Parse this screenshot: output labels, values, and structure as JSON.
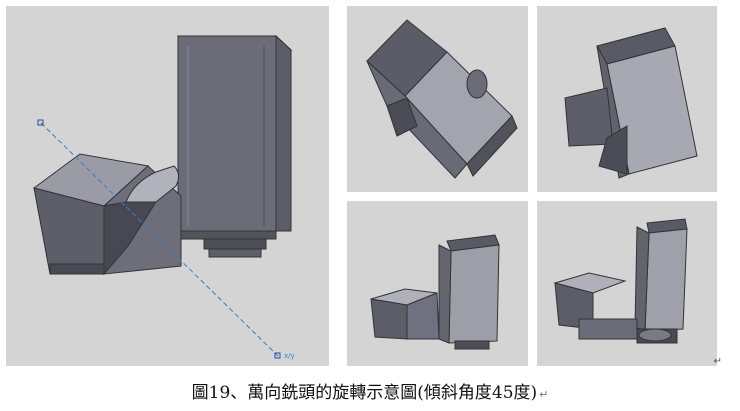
{
  "figure": {
    "panels": [
      "main-view",
      "rotation-top-left",
      "rotation-top-right",
      "rotation-bottom-left",
      "rotation-bottom-right"
    ],
    "colors": {
      "panel_bg": "#d4d4d4",
      "body_dark": "#55555f",
      "body_mid": "#7b7b87",
      "body_light": "#a3a3ae",
      "axis_line": "#3a7cc7"
    },
    "markers": {
      "axis_end_label": "x/y"
    }
  },
  "caption": {
    "text": "圖19、萬向銑頭的旋轉示意圖(傾斜角度45度)",
    "return_mark": "↵"
  },
  "paragraph_mark": "↵"
}
